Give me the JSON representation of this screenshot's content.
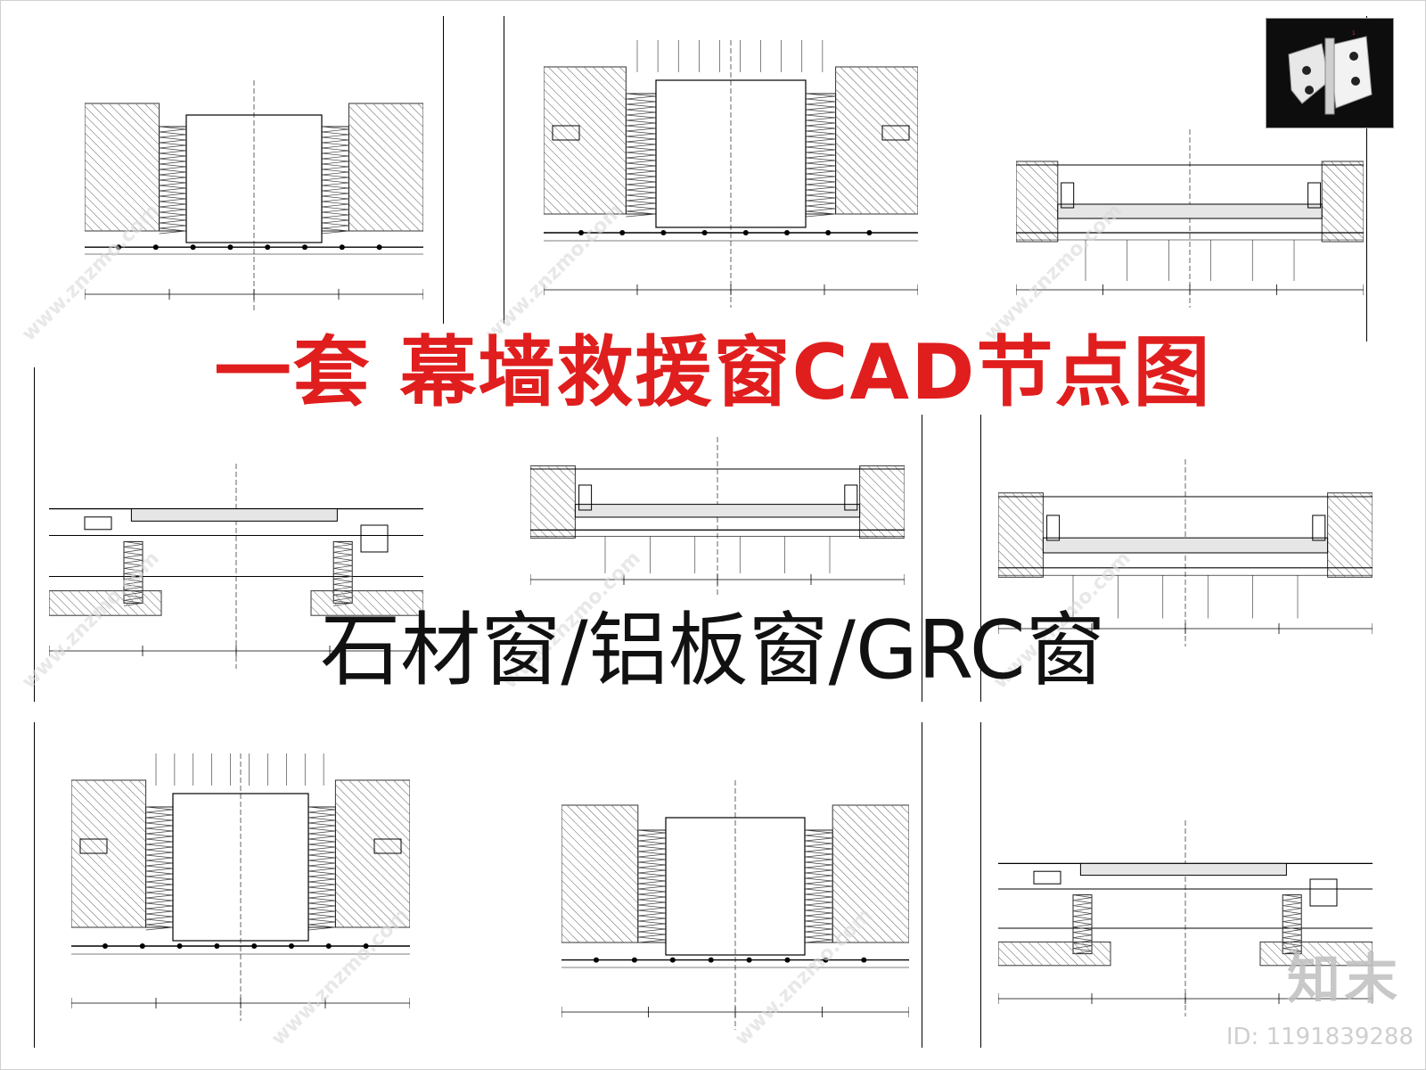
{
  "title": "一套 幕墙救援窗CAD节点图",
  "subtitle": "石材窗/铝板窗/GRC窗",
  "watermark_logo": "知末",
  "image_id": "ID: 1191839288",
  "site_watermark": "www.znzmo.com",
  "colors": {
    "title": "#e01e1e",
    "subtitle": "#111111",
    "line": "#000000",
    "hatch": "#555555"
  },
  "icons": [
    "hinge-photo-icon"
  ]
}
